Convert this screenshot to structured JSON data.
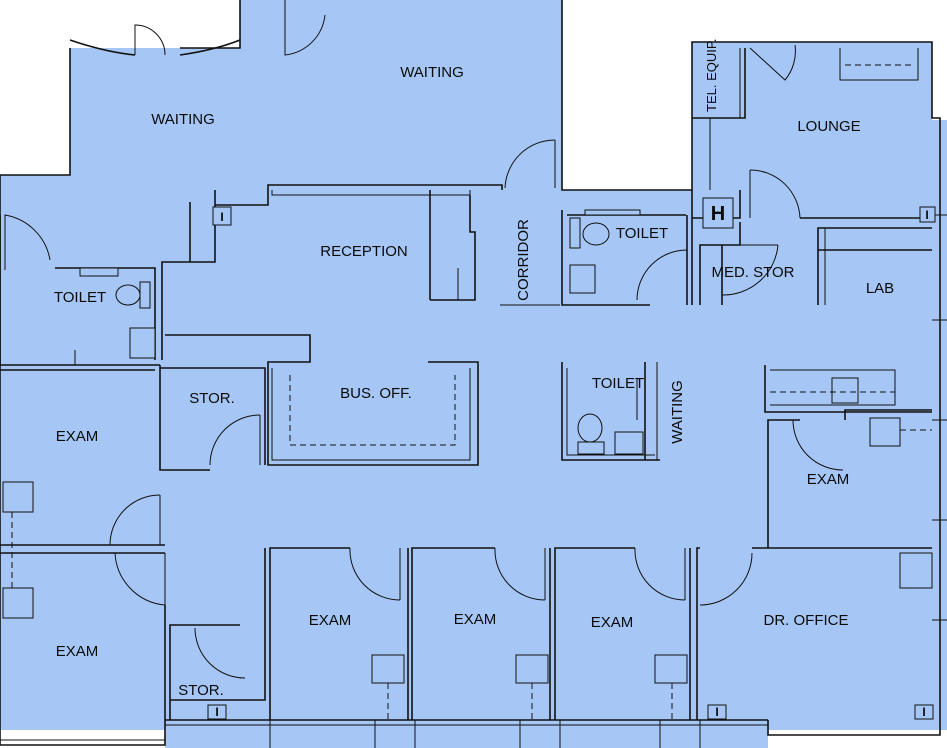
{
  "floor_plan": {
    "rooms": {
      "waiting_left": "WAITING",
      "waiting_top": "WAITING",
      "reception": "RECEPTION",
      "corridor": "CORRIDOR",
      "toilet_center_top": "TOILET",
      "tel_equip": "TEL. EQUIP.",
      "lounge": "LOUNGE",
      "med_stor": "MED. STOR",
      "lab": "LAB",
      "toilet_left": "TOILET",
      "stor_mid": "STOR.",
      "bus_off": "BUS. OFF.",
      "toilet_center": "TOILET",
      "waiting_vertical": "WAITING",
      "exam_left_top": "EXAM",
      "exam_right": "EXAM",
      "exam_left_bottom": "EXAM",
      "exam_1": "EXAM",
      "exam_2": "EXAM",
      "exam_3": "EXAM",
      "dr_office": "DR. OFFICE",
      "stor_bottom": "STOR."
    },
    "symbols": {
      "small": "I",
      "large": "H"
    },
    "colors": {
      "floor": "#a6c7f5",
      "wall": "#111111",
      "background": "#ffffff"
    }
  }
}
